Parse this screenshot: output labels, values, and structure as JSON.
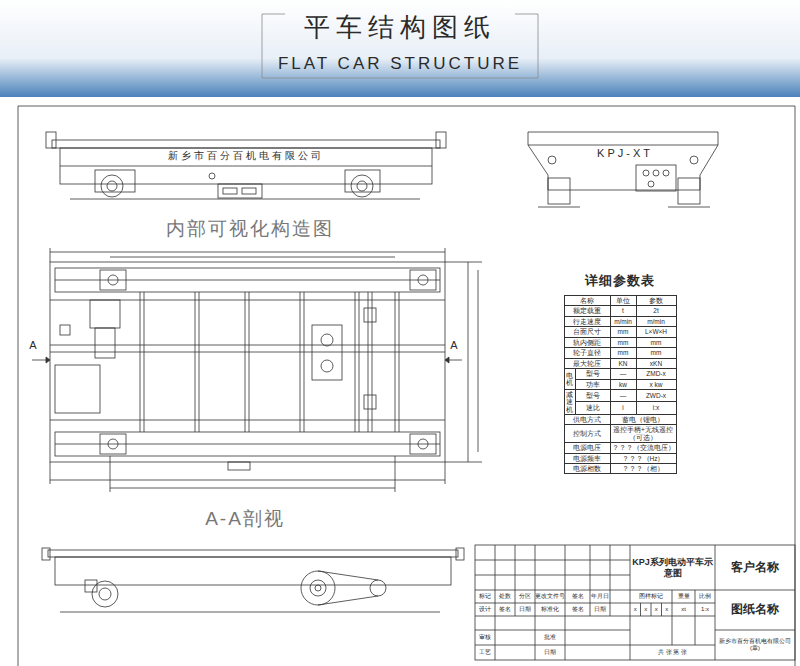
{
  "diagram": {
    "title": "平车结构图纸",
    "nodes": [
      {
        "text": [
          "新乡市百分百机电有限公司"
        ]
      },
      {
        "text": [
          "KPJ-XT"
        ]
      },
      {
        "text": [
          "详细参数表"
        ]
      }
    ],
    "labels": [
      "FLAT CAR STRUCTURE",
      "内部可视化构造图",
      "A",
      "A",
      "A-A剖视",
      "名称",
      "单位",
      "参数",
      "额定载重",
      "t",
      "2t",
      "行走速度",
      "m/min",
      "m/min",
      "台面尺寸",
      "mm",
      "L×W×H",
      "轨内侧距",
      "mm",
      "mm",
      "轮子直径",
      "mm",
      "mm",
      "最大轮压",
      "KN",
      "xKN",
      "电机",
      "型号",
      "—",
      "ZMD-x",
      "功率",
      "kw",
      "x kw",
      "减速机",
      "型号",
      "—",
      "ZWD-x",
      "速比",
      "i",
      "i:x",
      "供电方式",
      "蓄电（锂电）",
      "控制方式",
      "遥控手柄+无线遥控（可选）",
      "电源电压",
      "？？？（交流电压）",
      "电源频率",
      "？？？（Hz）",
      "电源相数",
      "？？？（相）",
      "标记",
      "处数",
      "分区",
      "更改文件号",
      "签名",
      "年月日",
      "设计",
      "签名",
      "日期",
      "标准化",
      "签名",
      "日期",
      "审核",
      "工艺",
      "批准",
      "日期",
      "KPJ系列电动平车示意图",
      "图样标记",
      "重量",
      "比例",
      "x",
      "x",
      "x",
      "x",
      "xt",
      "1:x",
      "共 张 第 张",
      "客户名称",
      "图纸名称",
      "新乡市百分百机电有限公司(章)"
    ]
  }
}
